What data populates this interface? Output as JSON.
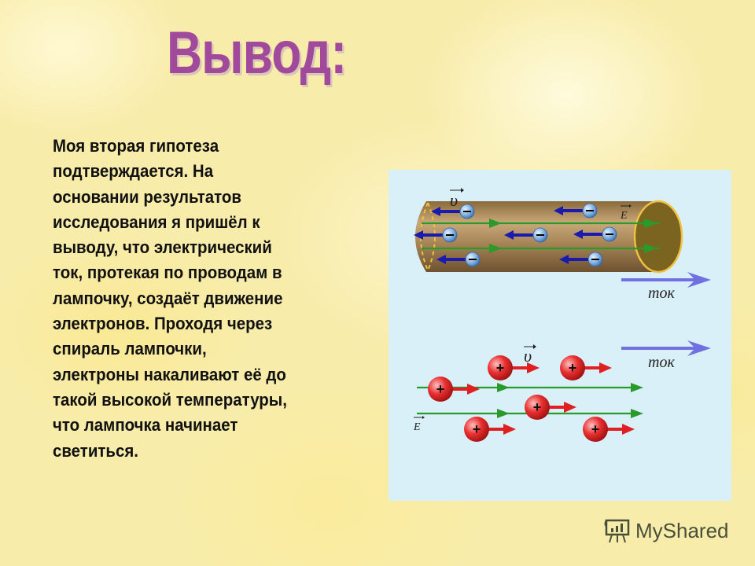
{
  "slide": {
    "title": "Вывод:",
    "body": "Моя вторая гипотеза\nподтверждается. На\nосновании результатов\nисследования я пришёл к\nвыводу, что  электрический\nток, протекая по проводам в\nлампочку, создаёт движение\nэлектронов. Проходя через\nспираль лампочки,\nэлектроны накаливают её до\nтакой высокой температуры,\nчто лампочка начинает\nсветиться."
  },
  "diagram": {
    "background": "#d9f0f8",
    "top_panel": {
      "velocity_label": "υ",
      "field_label": "E",
      "current_label": "ток",
      "charge_sign": "−",
      "particle_count": 7
    },
    "bottom_panel": {
      "velocity_label": "υ",
      "field_label": "E",
      "current_label": "ток",
      "charge_sign": "+",
      "particle_count": 6
    },
    "colors": {
      "wire": "#a8885a",
      "field_lines": "#2a9a2a",
      "electron_arrows": "#1a1ab0",
      "proton_arrows": "#e02020",
      "current_arrow": "#7070e0"
    }
  },
  "watermark": {
    "brand": "MyShared"
  },
  "colors": {
    "title": "#a14a9c",
    "text": "#111111"
  }
}
